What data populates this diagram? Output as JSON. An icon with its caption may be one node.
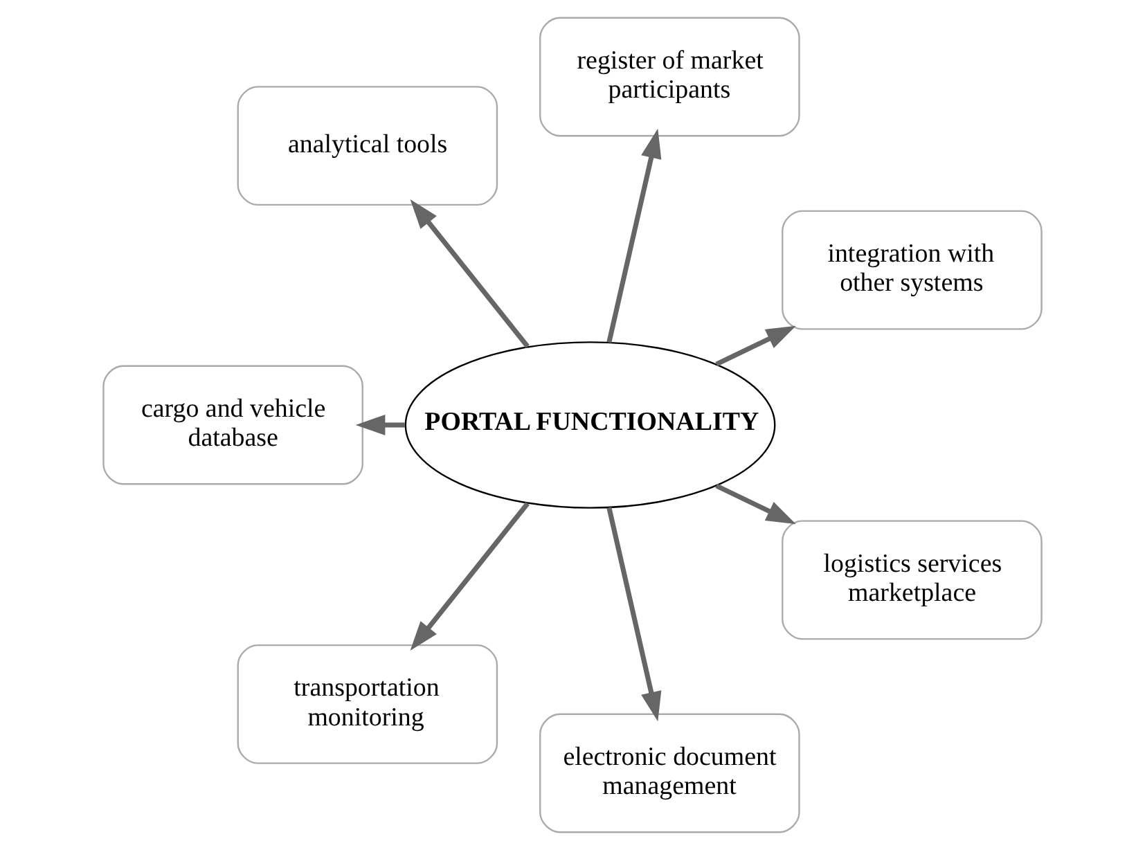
{
  "diagram": {
    "nodes": [
      {
        "text": [
          "PORTAL FUNCTIONALITY"
        ]
      },
      {
        "text": [
          "integration with other systems"
        ]
      },
      {
        "text": [
          "register of market participants"
        ]
      },
      {
        "text": [
          "analytical tools"
        ]
      },
      {
        "text": [
          "cargo and vehicle database"
        ]
      },
      {
        "text": [
          "transportation monitoring"
        ]
      },
      {
        "text": [
          "electronic document management"
        ]
      },
      {
        "text": [
          "logistics services marketplace"
        ]
      }
    ],
    "edges": [
      {
        "from": 0,
        "to": 1,
        "arrow": "to"
      },
      {
        "from": 0,
        "to": 2,
        "arrow": "to"
      },
      {
        "from": 0,
        "to": 3,
        "arrow": "to"
      },
      {
        "from": 0,
        "to": 4,
        "arrow": "to"
      },
      {
        "from": 0,
        "to": 5,
        "arrow": "to"
      },
      {
        "from": 0,
        "to": 6,
        "arrow": "to"
      },
      {
        "from": 0,
        "to": 7,
        "arrow": "to"
      }
    ]
  }
}
